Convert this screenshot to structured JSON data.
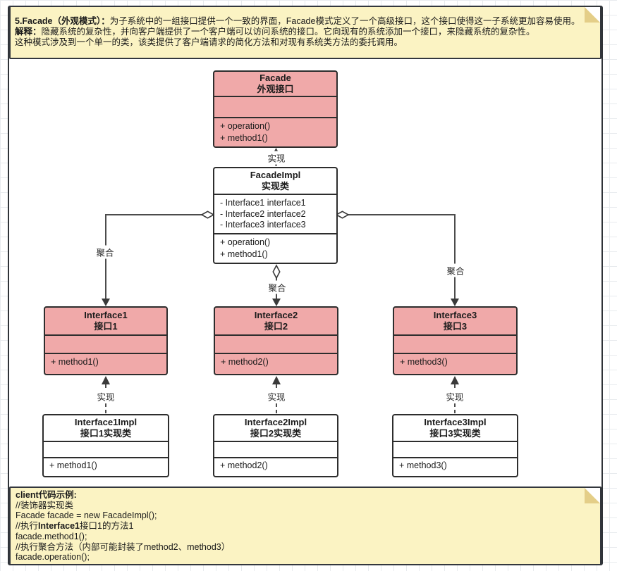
{
  "header_note": {
    "line1_bold": "5.Facade（外观模式）：",
    "line1_rest": "为子系统中的一组接口提供一个一致的界面，Facade模式定义了一个高级接口，这个接口使得这一子系统更加容易使用。",
    "line2_bold": "解释：",
    "line2_rest": "隐藏系统的复杂性，并向客户端提供了一个客户端可以访问系统的接口。它向现有的系统添加一个接口，来隐藏系统的复杂性。",
    "line3": "这种模式涉及到一个单一的类，该类提供了客户端请求的简化方法和对现有系统类方法的委托调用。"
  },
  "diagram": {
    "labels": {
      "realize": "实现",
      "aggregate": "聚合"
    },
    "classes": {
      "facade": {
        "name": "Facade",
        "cn": "外观接口",
        "methods": [
          "+ operation()",
          "+ method1()"
        ]
      },
      "facade_impl": {
        "name": "FacadeImpl",
        "cn": "实现类",
        "attrs": [
          "- Interface1 interface1",
          "- Interface2 interface2",
          "- Interface3 interface3"
        ],
        "methods": [
          "+ operation()",
          "+ method1()"
        ]
      },
      "interface1": {
        "name": "Interface1",
        "cn": "接口1",
        "methods": [
          "+ method1()"
        ]
      },
      "interface2": {
        "name": "Interface2",
        "cn": "接口2",
        "methods": [
          "+ method2()"
        ]
      },
      "interface3": {
        "name": "Interface3",
        "cn": "接口3",
        "methods": [
          "+ method3()"
        ]
      },
      "interface1impl": {
        "name": "Interface1Impl",
        "cn": "接口1实现类",
        "methods": [
          "+ method1()"
        ]
      },
      "interface2impl": {
        "name": "Interface2Impl",
        "cn": "接口2实现类",
        "methods": [
          "+ method2()"
        ]
      },
      "interface3impl": {
        "name": "Interface3Impl",
        "cn": "接口3实现类",
        "methods": [
          "+ method3()"
        ]
      }
    }
  },
  "footer_note": {
    "title": "client代码示例:",
    "line2": "//装饰器实现类",
    "line3": "Facade facade = new FacadeImpl();",
    "line4_prefix": "//执行",
    "line4_bold": "Interface1",
    "line4_suffix": "接口1的方法1",
    "line5": "facade.method1();",
    "line6": "//执行聚合方法（内部可能封装了method2、method3）",
    "line7": "facade.operation();"
  },
  "colors": {
    "class_pink": "#f0a9a9",
    "note_yellow": "#fbf3c3",
    "note_fold": "#e4ce88",
    "box_border": "#2d2d2d",
    "wire": "#4c4c4c",
    "grid_line": "#e8ebee"
  }
}
